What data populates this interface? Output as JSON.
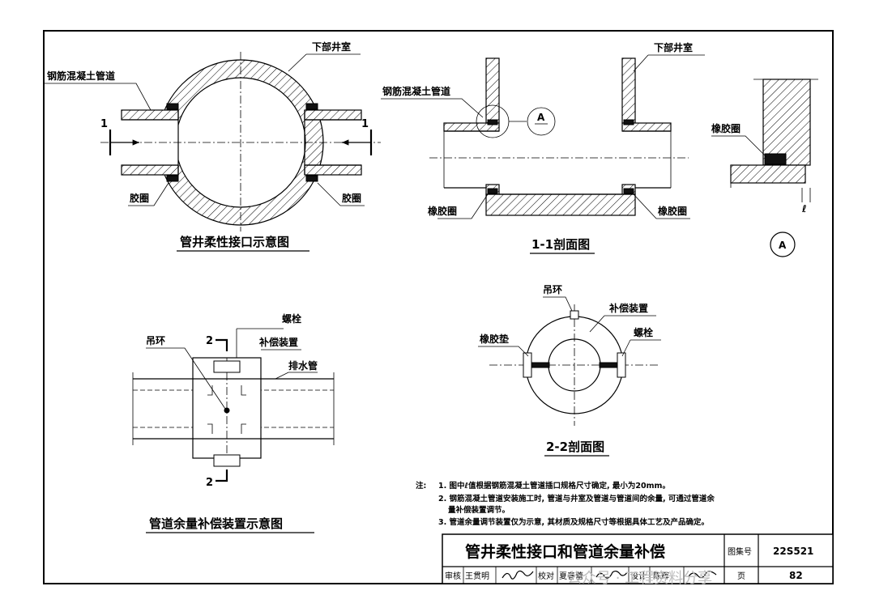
{
  "drawing": {
    "top_left": {
      "title": "管井柔性接口示意图",
      "label_pipe": "钢筋混凝土管道",
      "label_well": "下部井室",
      "label_ring_left": "胶圈",
      "label_ring_right": "胶圈",
      "section_mark": "1"
    },
    "top_middle": {
      "title": "1-1剖面图",
      "label_pipe": "钢筋混凝土管道",
      "label_well": "下部井室",
      "label_ring_left": "橡胶圈",
      "label_ring_right": "橡胶圈",
      "detail_mark": "A"
    },
    "top_right": {
      "label_ring": "橡胶圈",
      "dim_symbol": "ℓ",
      "detail_mark": "A"
    },
    "bottom_left": {
      "title": "管道余量补偿装置示意图",
      "label_lifting_ring": "吊环",
      "label_bolt": "螺栓",
      "label_compensator": "补偿装置",
      "label_drain_pipe": "排水管",
      "section_mark": "2"
    },
    "bottom_middle": {
      "title": "2-2剖面图",
      "label_lifting_ring": "吊环",
      "label_compensator": "补偿装置",
      "label_gasket": "橡胶垫",
      "label_bolt": "螺栓"
    },
    "notes": {
      "prefix": "注:",
      "items": [
        "1. 图中ℓ值根据钢筋混凝土管道插口规格尺寸确定, 最小为20mm。",
        "2. 钢筋混凝土管道安装施工时, 管道与井室及管道与管道间的余量, 可通过管道余",
        "量补偿装置调节。",
        "3. 管道余量调节装置仅为示意, 其材质及规格尺寸等根据具体工艺及产品确定。"
      ]
    }
  },
  "title_block": {
    "title": "管井柔性接口和管道余量补偿",
    "atlas_label": "图集号",
    "atlas_no": "22S521",
    "review_label": "审核",
    "reviewer": "王贯明",
    "check_label": "校对",
    "checker": "夏春蕾",
    "design_label": "设计",
    "designer": "陈辉",
    "page_label": "页",
    "page_no": "82"
  },
  "watermark": "公众号 · 工程资料分享"
}
